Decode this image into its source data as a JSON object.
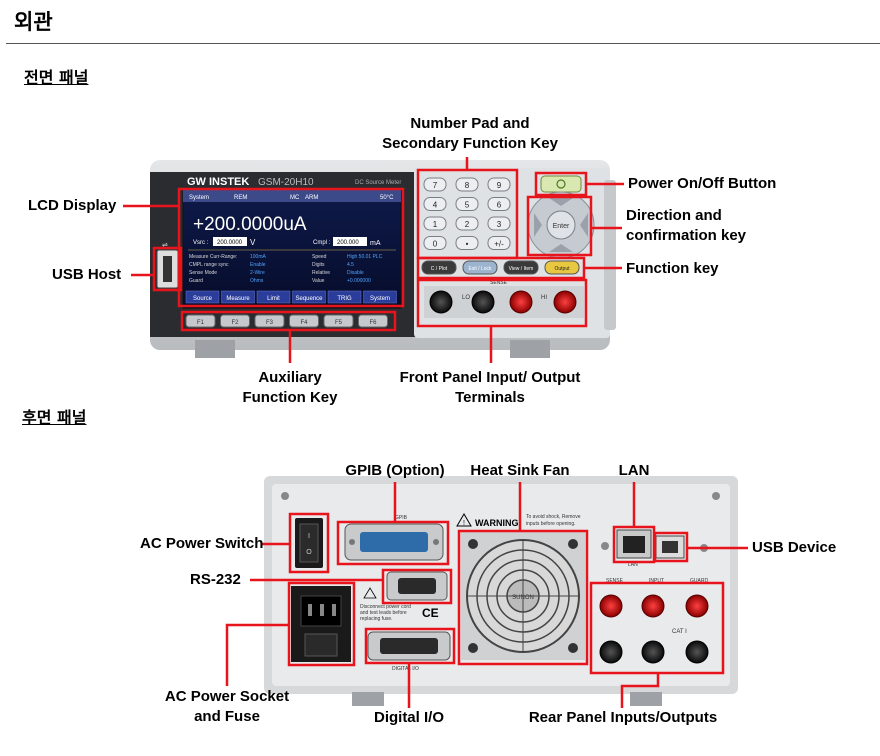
{
  "heading": "외관",
  "front": {
    "title": "전면 패널",
    "labels": {
      "numpad": [
        "Number Pad and",
        "Secondary Function Key"
      ],
      "lcd": "LCD Display",
      "usb_host": "USB Host",
      "power": "Power On/Off Button",
      "direction": [
        "Direction and",
        "confirmation key"
      ],
      "function_key": "Function key",
      "aux": [
        "Auxiliary",
        "Function Key"
      ],
      "terminals": [
        "Front Panel Input/ Output",
        "Terminals"
      ]
    },
    "device": {
      "brand": "GW INSTEK",
      "model": "GSM-20H10",
      "subtitle": "DC Source Meter",
      "tab_system": "System",
      "status_rem": "REM",
      "status_mc": "MC",
      "status_arm": "ARM",
      "temp": "50°C",
      "reading": "+200.0000uA",
      "vsrc_label": "Vsrc :",
      "vsrc_value": "200.0000",
      "vsrc_unit": "V",
      "cmpl_label": "Cmpl :",
      "cmpl_value": "200.000",
      "cmpl_unit": "mA",
      "info_rows": [
        [
          "Measure Curr-Range:",
          "100mA",
          "Speed",
          "High  50.01 PLC"
        ],
        [
          "CMPL range sync",
          "Enable",
          "Digits",
          "4.5"
        ],
        [
          "Sense Mode",
          "2-Wire",
          "Relative",
          "Disable"
        ],
        [
          "Guard",
          "Ohms",
          "Value",
          "+0.000000"
        ]
      ],
      "softkeys": [
        "Source",
        "Measure",
        "Limit",
        "Sequence",
        "TRIG",
        "System"
      ],
      "fkeys": [
        "F1",
        "F2",
        "F3",
        "F4",
        "F5",
        "F6"
      ],
      "keypad": [
        "7",
        "8",
        "9",
        "4",
        "5",
        "6",
        "1",
        "2",
        "3",
        "0",
        "•",
        "+/-"
      ],
      "func_keys": [
        "C / Plot",
        "Exit / Lock",
        "View / Item",
        "Output"
      ],
      "enter_label": "Enter",
      "terminal_labels": [
        "SENSE",
        "LO",
        "HI"
      ]
    }
  },
  "rear": {
    "title": "후면 패널",
    "labels": {
      "gpib": "GPIB (Option)",
      "fan": "Heat Sink Fan",
      "lan": "LAN",
      "ac_switch": "AC Power Switch",
      "usb_device": "USB Device",
      "rs232": "RS-232",
      "ac_socket": [
        "AC Power Socket",
        "and Fuse"
      ],
      "digital_io": "Digital I/O",
      "rear_io": "Rear Panel Inputs/Outputs"
    },
    "device": {
      "warning": "WARNING",
      "warning_text": [
        "To avoid shock, Remove",
        "inputs before opening."
      ],
      "gpib_tag": "GPIB",
      "lan_tag": "LAN",
      "sense_tag": "SENSE",
      "input_tag": "INPUT",
      "guard_tag": "GUARD",
      "cat_tag": "CAT I",
      "fan_tag": "SUNON",
      "digital_tag": "DIGITAL I/O",
      "disconnect_text": [
        "Disconnect power cord",
        "and test leads before",
        "replacing fuse."
      ]
    }
  }
}
